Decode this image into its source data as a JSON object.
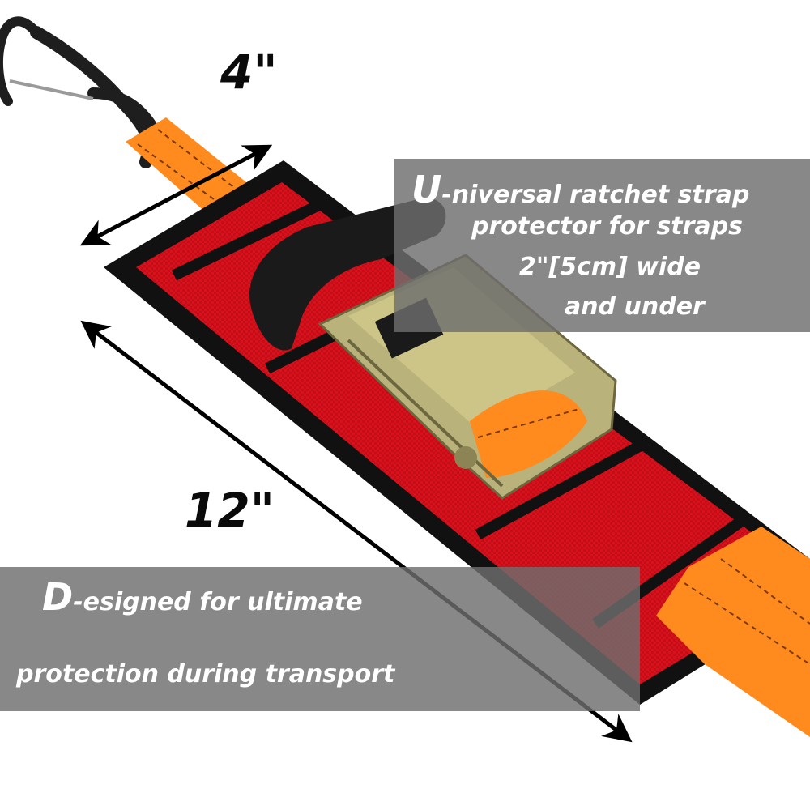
{
  "dimensions": {
    "width": "4\"",
    "length": "12\""
  },
  "top_banner": {
    "initial": "U",
    "line1_rest": "-niversal ratchet strap",
    "line2": "protector for straps",
    "line3": "2\"[5cm] wide",
    "line4": "and under"
  },
  "bottom_banner": {
    "initial": "D",
    "line1_rest": "-esigned for ultimate",
    "line2": "protection during transport"
  },
  "colors": {
    "strap": "#ff8a1e",
    "sleeve": "#d6111c",
    "sleeve_border": "#111111",
    "banner": "#6e6e6e",
    "buckle": "#b9b27a",
    "handle": "#1a1a1a"
  },
  "icons": [
    "s-hook-icon",
    "ratchet-buckle-icon",
    "double-arrow-icon"
  ]
}
